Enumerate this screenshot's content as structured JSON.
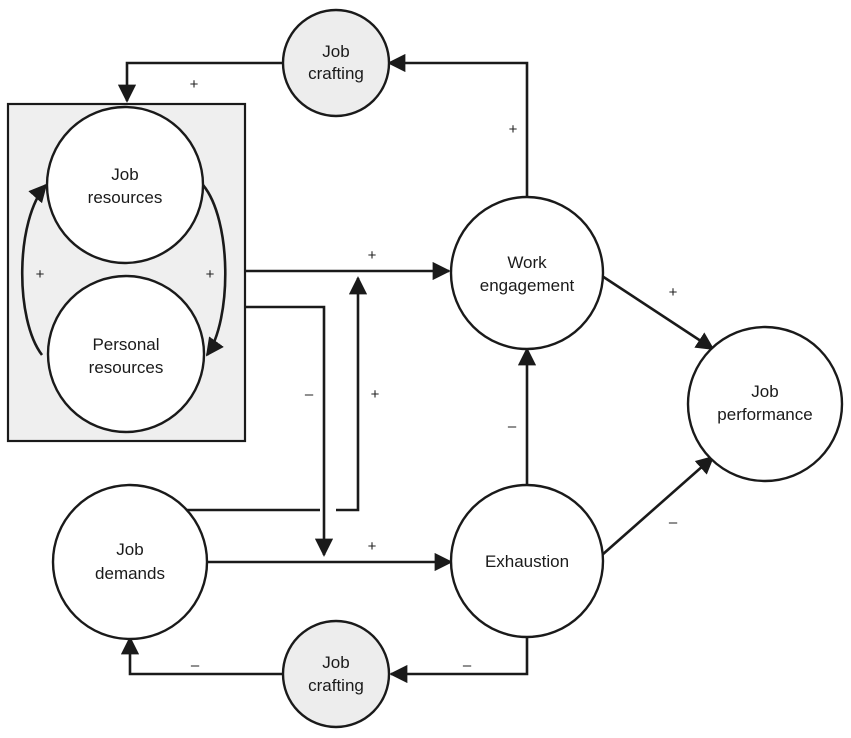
{
  "nodes": {
    "job_crafting_top": [
      "Job",
      "crafting"
    ],
    "job_resources": [
      "Job",
      "resources"
    ],
    "personal_resources": [
      "Personal",
      "resources"
    ],
    "work_engagement": [
      "Work",
      "engagement"
    ],
    "job_performance": [
      "Job",
      "performance"
    ],
    "job_demands": [
      "Job",
      "demands"
    ],
    "exhaustion": [
      "Exhaustion"
    ],
    "job_crafting_bottom": [
      "Job",
      "crafting"
    ]
  },
  "signs": {
    "crafting_to_resources": "+",
    "engagement_to_crafting": "+",
    "job_to_personal": "+",
    "personal_to_job": "+",
    "resources_to_engagement": "+",
    "resources_to_exhaustion": "–",
    "demands_to_engagement": "+",
    "exhaustion_to_engagement": "–",
    "engagement_to_performance": "+",
    "exhaustion_to_performance": "–",
    "demands_to_exhaustion": "+",
    "crafting_to_demands": "–",
    "exhaustion_to_crafting": "–"
  },
  "colors": {
    "line": "#1a1a1a",
    "circle_fill": "#ffffff",
    "shaded_fill": "#ededed",
    "box_fill": "#efefef"
  }
}
